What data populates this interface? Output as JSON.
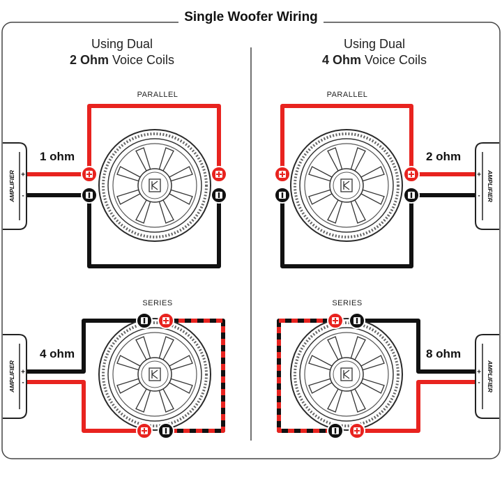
{
  "title": "Single Woofer Wiring",
  "left_heading": {
    "line1": "Using Dual",
    "bold": "2 Ohm",
    "rest": "Voice Coils"
  },
  "right_heading": {
    "line1": "Using Dual",
    "bold": "4 Ohm",
    "rest": "Voice Coils"
  },
  "panels": {
    "top_left": {
      "config": "PARALLEL",
      "impedance": "1 ohm"
    },
    "top_right": {
      "config": "PARALLEL",
      "impedance": "2 ohm"
    },
    "bottom_left": {
      "config": "SERIES",
      "impedance": "4 ohm"
    },
    "bottom_right": {
      "config": "SERIES",
      "impedance": "8 ohm"
    }
  },
  "amplifier_label": "AMPLIFIER",
  "plus": "+",
  "minus": "-",
  "colors": {
    "positive": "#e8231f",
    "negative": "#111111",
    "frame": "#444444"
  }
}
